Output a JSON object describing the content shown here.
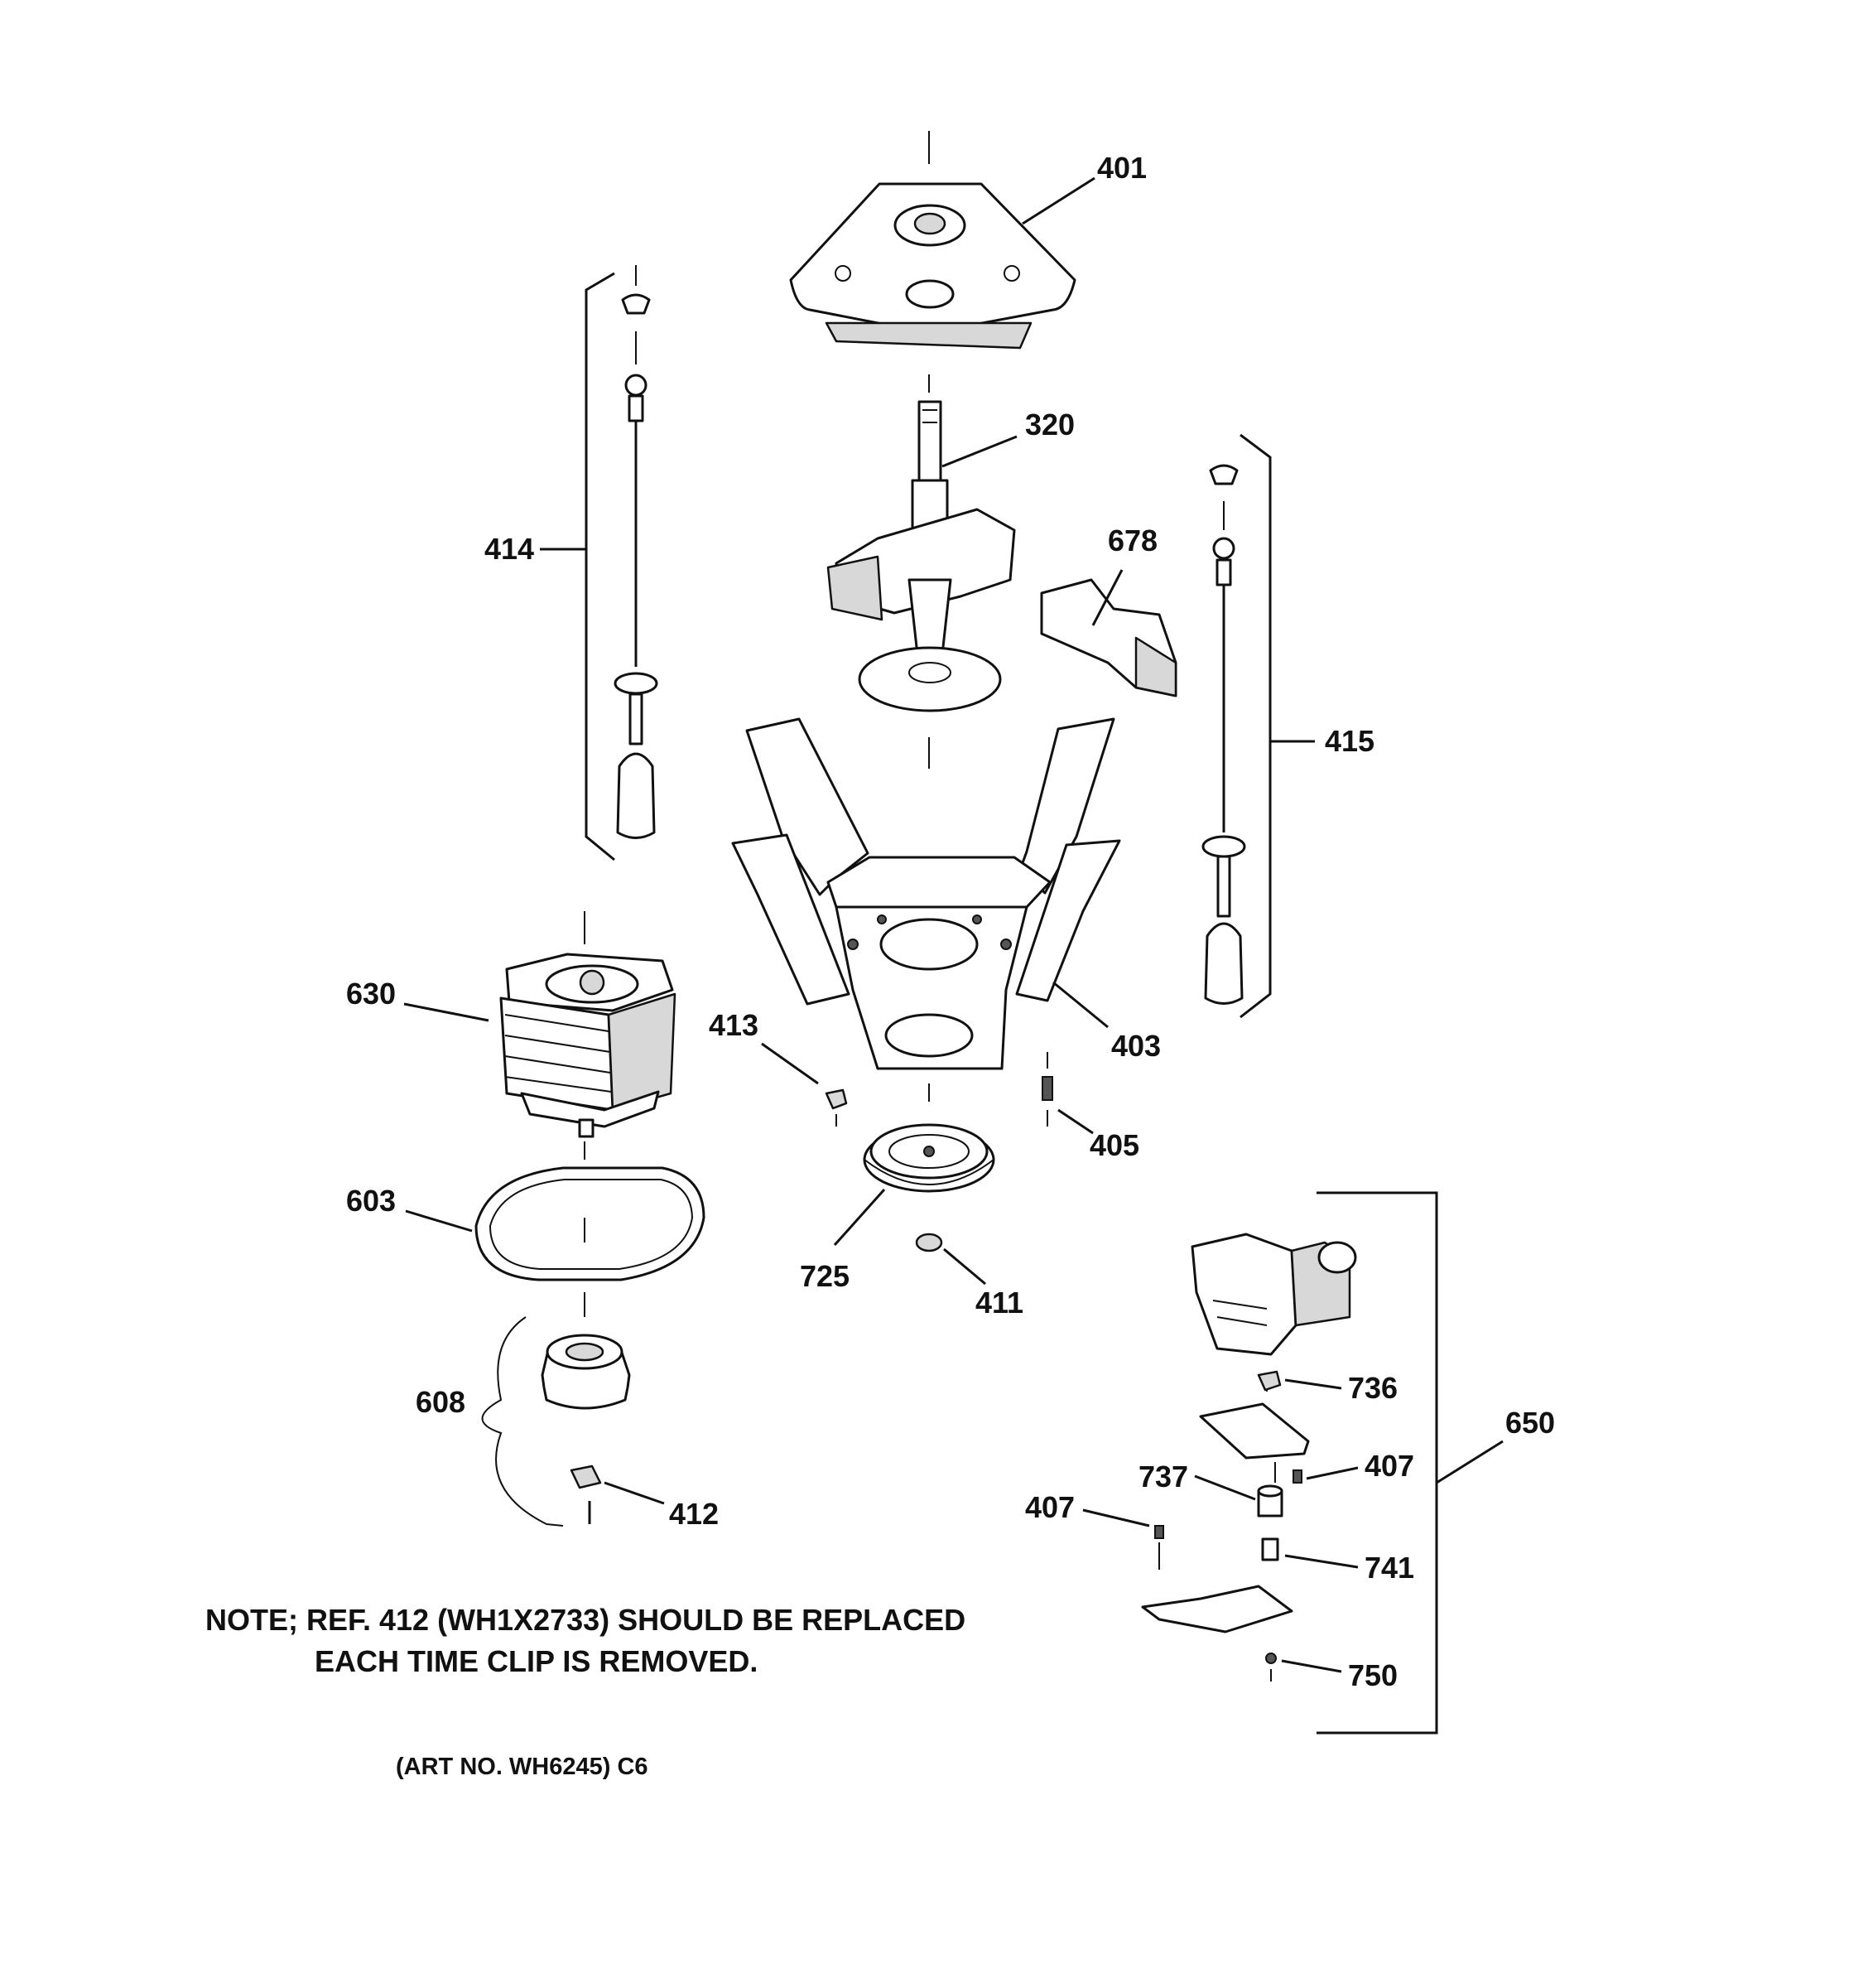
{
  "callouts": {
    "c401": "401",
    "c320": "320",
    "c414": "414",
    "c678": "678",
    "c415": "415",
    "c630": "630",
    "c413": "413",
    "c403": "403",
    "c405": "405",
    "c603": "603",
    "c725": "725",
    "c411": "411",
    "c608": "608",
    "c412": "412",
    "c736": "736",
    "c650": "650",
    "c407a": "407",
    "c737": "737",
    "c407b": "407",
    "c741": "741",
    "c750": "750"
  },
  "note": {
    "line1": "NOTE; REF. 412 (WH1X2733) SHOULD BE REPLACED",
    "line2": "EACH TIME CLIP IS REMOVED."
  },
  "art_number": "(ART NO. WH6245) C6"
}
